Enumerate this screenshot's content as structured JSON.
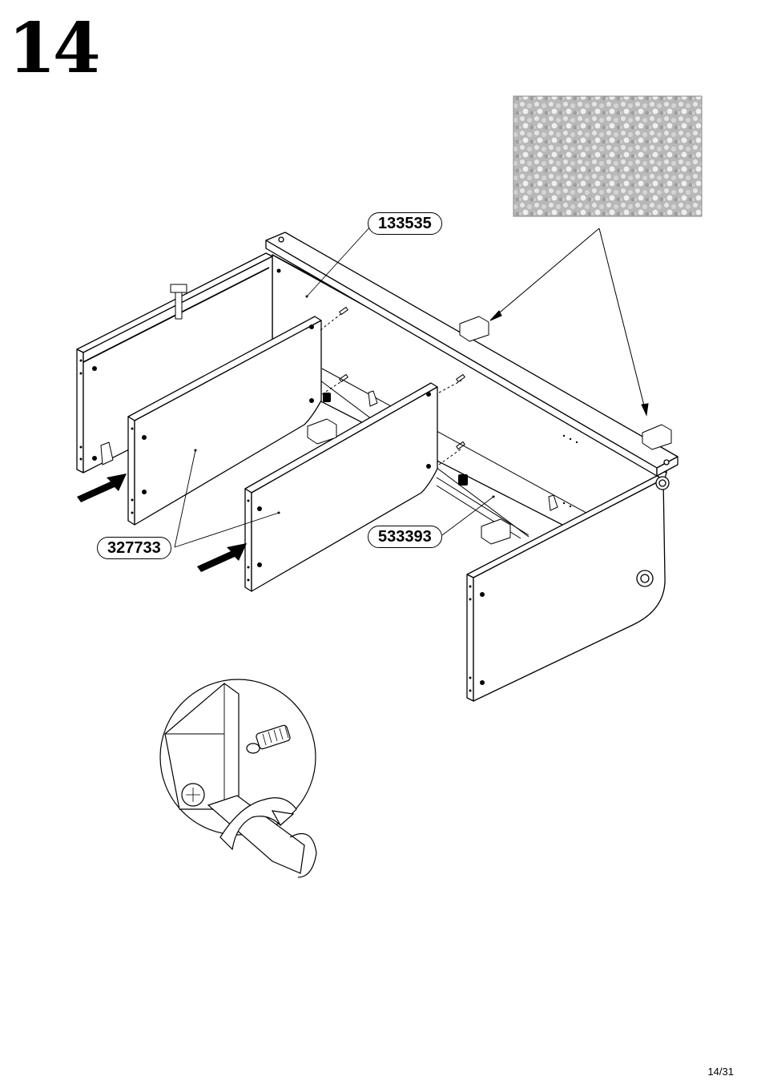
{
  "step": {
    "number": "14"
  },
  "parts": [
    {
      "id": "133535"
    },
    {
      "id": "327733"
    },
    {
      "id": "533393"
    }
  ],
  "footer": {
    "page": "14/31"
  }
}
